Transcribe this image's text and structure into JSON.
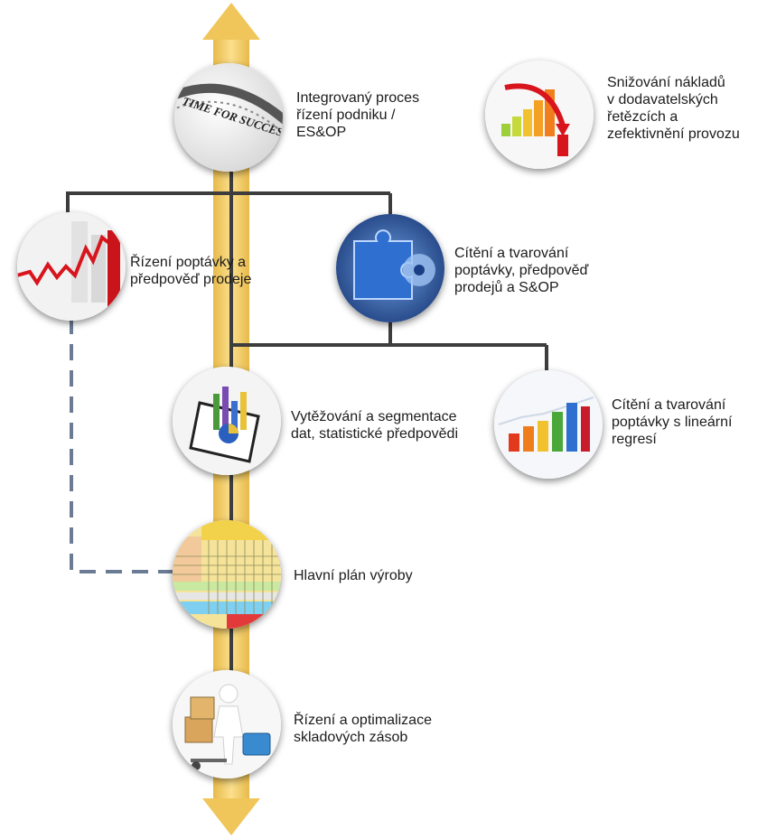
{
  "nodes": {
    "es_op": {
      "label": "Integrovaný proces\nřízení podniku /\nES&OP",
      "image_text": "TIME FOR SUCCESS"
    },
    "cost_reduction": {
      "label": "Snižování nákladů\nv dodavatelských\nřetězcích a\nzefektivnění provozu"
    },
    "demand_mgmt": {
      "label": "Řízení poptávky a\npředpověď prodeje"
    },
    "demand_sensing": {
      "label": "Cítění a tvarování\npoptávky, předpověď\nprodejů a S&OP"
    },
    "data_mining": {
      "label": "Vytěžování a segmentace\ndat, statistické předpovědi"
    },
    "linear_regression": {
      "label": "Cítění a tvarování\npoptávky s lineární\nregresí"
    },
    "master_plan": {
      "label": "Hlavní plán výroby"
    },
    "inventory": {
      "label": "Řízení a optimalizace\nskladových zásob"
    }
  },
  "colors": {
    "arrow": "#f3cf63",
    "connector": "#3d3d3d",
    "dashed": "#6b7b93"
  }
}
